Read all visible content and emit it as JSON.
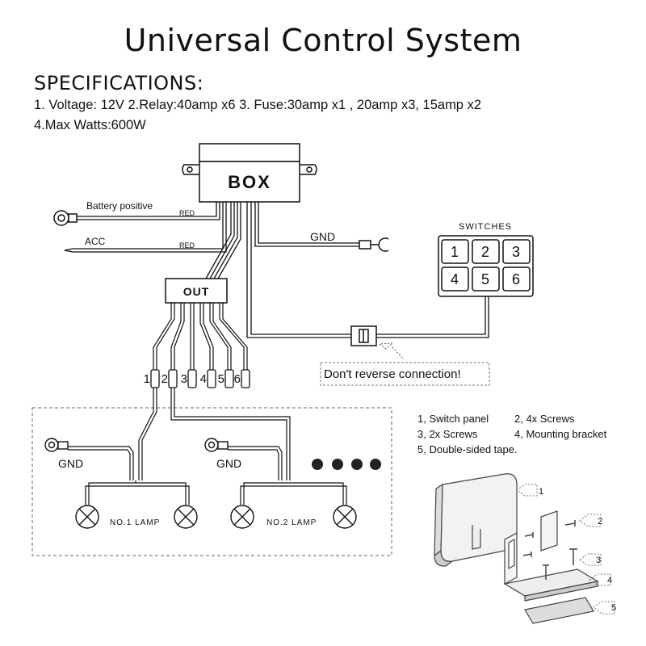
{
  "title": "Universal Control System",
  "specifications": {
    "heading": "SPECIFICATIONS:",
    "line1": "1. Voltage: 12V    2.Relay:40amp x6  3. Fuse:30amp x1 , 20amp x3, 15amp x2",
    "line2": "4.Max Watts:600W"
  },
  "wiring": {
    "box_label": "BOX",
    "out_label": "OUT",
    "battery_label": "Battery positive",
    "acc_label": "ACC",
    "red_label": "RED",
    "gnd_label": "GND",
    "switches_label": "SWITCHES",
    "switch_numbers": [
      "1",
      "2",
      "3",
      "4",
      "5",
      "6"
    ],
    "warning": "Don't reverse connection!",
    "output_numbers": [
      "1",
      "2",
      "3",
      "4",
      "5",
      "6"
    ]
  },
  "lamps": {
    "gnd_label": "GND",
    "lamp1_label": "NO.1 LAMP",
    "lamp2_label": "NO.2 LAMP"
  },
  "parts_list": {
    "item1": "1,  Switch panel",
    "item2": "2,  4x Screws",
    "item3": "3,  2x Screws",
    "item4": "4,  Mounting bracket",
    "item5": "5,  Double-sided tape.",
    "callouts": [
      "1",
      "2",
      "3",
      "4",
      "5"
    ]
  }
}
